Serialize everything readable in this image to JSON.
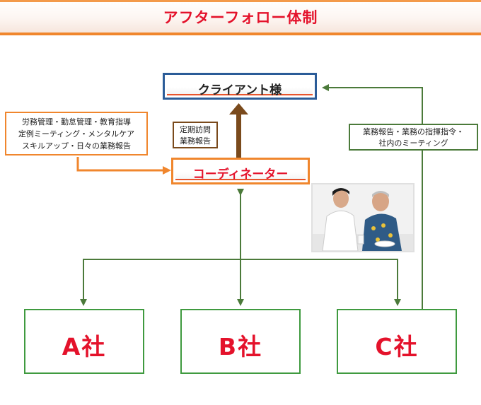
{
  "title": "アフターフォロー体制",
  "client": "クライアント様",
  "coordinator": "コーディネーター",
  "left_note": [
    "労務管理・勤怠管理・教育指導",
    "定例ミーティング・メンタルケア",
    "スキルアップ・日々の業務報告"
  ],
  "mid_note": [
    "定期訪問",
    "業務報告"
  ],
  "right_note": [
    "業務報告・業務の指揮指令・",
    "社内のミーティング"
  ],
  "companies": [
    "A社",
    "B社",
    "C社"
  ],
  "colors": {
    "title": "#e4122b",
    "orange": "#f0862d",
    "navy": "#2b5c98",
    "green": "#4b7a3a",
    "brown": "#7a4a1c"
  }
}
